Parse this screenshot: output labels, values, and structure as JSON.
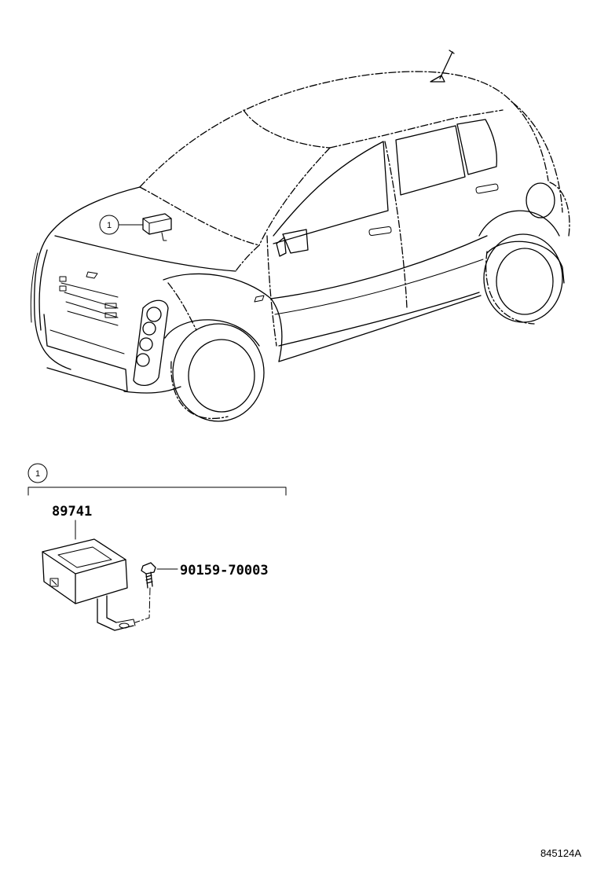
{
  "callouts": {
    "car_callout": "1",
    "section_callout": "1"
  },
  "parts": {
    "main_part": "89741",
    "bolt_part": "90159-70003"
  },
  "diagram_code": "845124A"
}
